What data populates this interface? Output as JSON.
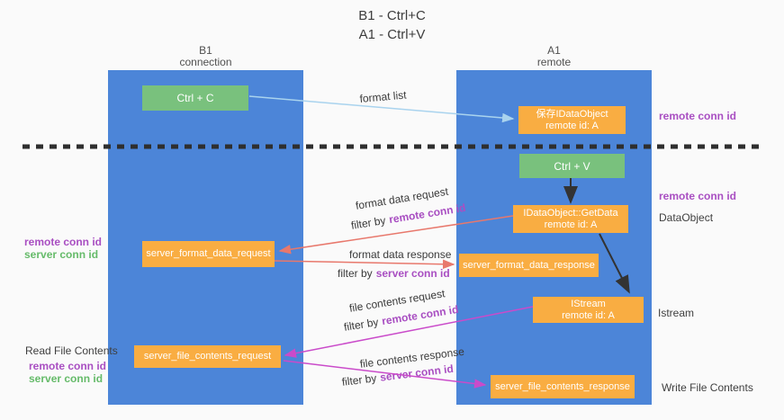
{
  "title": {
    "line1": "B1 - Ctrl+C",
    "line2": "A1 - Ctrl+V"
  },
  "lanes": {
    "left": {
      "name": "B1",
      "role": "connection"
    },
    "right": {
      "name": "A1",
      "role": "remote"
    }
  },
  "nodes": {
    "ctrl_c": {
      "label": "Ctrl + C"
    },
    "save_dataobject": {
      "line1": "保存IDataObject",
      "line2": "remote id: A"
    },
    "ctrl_v": {
      "label": "Ctrl + V"
    },
    "getdata": {
      "line1": "IDataObject::GetData",
      "line2": "remote id: A"
    },
    "server_format_data_request": {
      "label": "server_format_data_request"
    },
    "server_format_data_response": {
      "label": "server_format_data_response"
    },
    "istream": {
      "line1": "IStream",
      "line2": "remote id: A"
    },
    "server_file_contents_request": {
      "label": "server_file_contents_request"
    },
    "server_file_contents_response": {
      "label": "server_file_contents_response"
    }
  },
  "edge_labels": {
    "format_list": "format list",
    "format_data_request": "format data request",
    "format_data_response": "format data response",
    "file_contents_request": "file contents request",
    "file_contents_response": "file contents response",
    "filter_by": "filter by",
    "remote_conn_id": "remote conn id",
    "server_conn_id": "server conn id"
  },
  "annotations": {
    "remote_conn_id_top_right": "remote conn id",
    "remote_conn_id_mid_right": "remote conn id",
    "dataobject": "DataObject",
    "istream": "Istream",
    "write_file_contents": "Write File Contents",
    "read_file_contents": "Read File Contents",
    "remote_conn_id_left": "remote conn id",
    "server_conn_id_left": "server conn id"
  },
  "colors": {
    "lane_blue": "#4c85d8",
    "node_green": "#79c17d",
    "node_orange": "#f9ad42",
    "arrow_light_blue": "#a9d3ee",
    "arrow_black": "#333333",
    "arrow_salmon": "#e8786c",
    "arrow_magenta": "#ca4bca",
    "label_purple": "#a94fc2",
    "label_green": "#66bb6a",
    "dashed_separator": "#2e2e2e"
  }
}
